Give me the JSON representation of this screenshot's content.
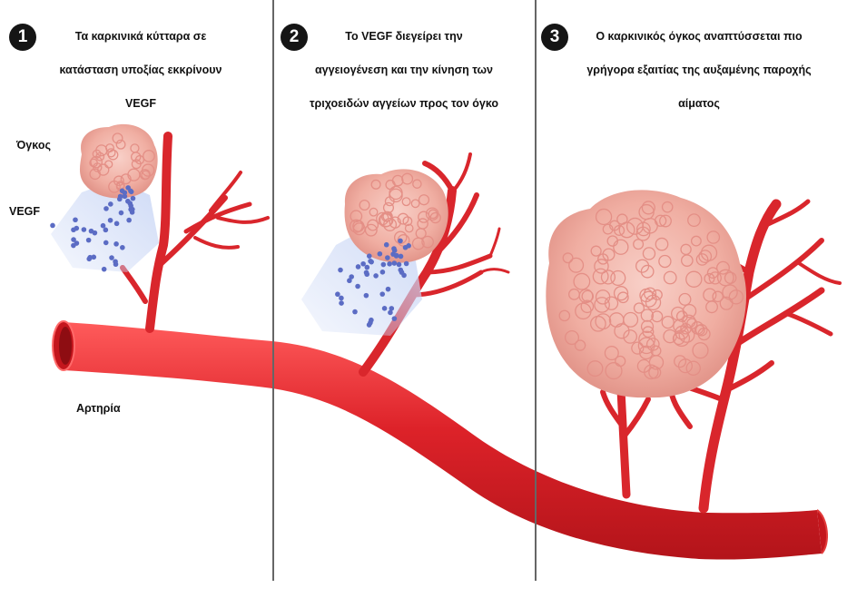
{
  "panels": [
    {
      "number": "1",
      "lines": [
        "Τα καρκινικά κύτταρα σε",
        "κατάσταση υποξίας εκκρίνουν",
        "VEGF"
      ]
    },
    {
      "number": "2",
      "lines": [
        "Το VEGF διεγείρει την",
        "αγγειογένεση και την κίνηση των",
        "τριχοειδών αγγείων προς τον όγκο"
      ]
    },
    {
      "number": "3",
      "lines": [
        "Ο καρκινικός όγκος αναπτύσσεται πιο",
        "γρήγορα εξαιτίας της αυξαμένης παροχής",
        "αίματος"
      ]
    }
  ],
  "labels": {
    "tumor": "Όγκος",
    "vegf": "VEGF",
    "artery": "Αρτηρία"
  },
  "colors": {
    "artery": "#d9262c",
    "artery_dark": "#a8141b",
    "tumor": "#f2b5aa",
    "tumor_cell": "#e48f86",
    "vegf_dot": "#5b6cc4",
    "vegf_ray": "#b9c8ee",
    "divider": "#666666"
  }
}
